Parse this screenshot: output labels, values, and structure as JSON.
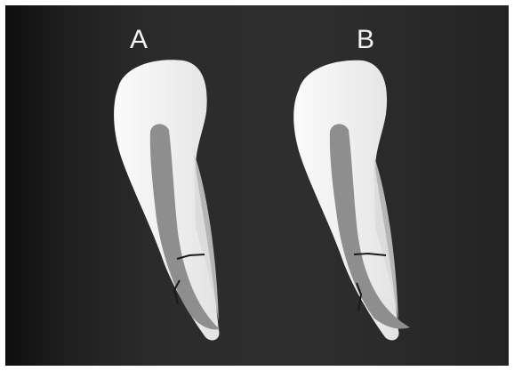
{
  "figure": {
    "panel_labels": [
      "A",
      "B"
    ]
  },
  "colors": {
    "background": "#2b2b2b",
    "tooth": "#efefef",
    "root_canal": "#8e8e8e",
    "fracture_line": "#1a1a1a",
    "label": "#f4f4f4"
  },
  "icons": [
    "tooth-illustration-a",
    "tooth-illustration-b"
  ]
}
